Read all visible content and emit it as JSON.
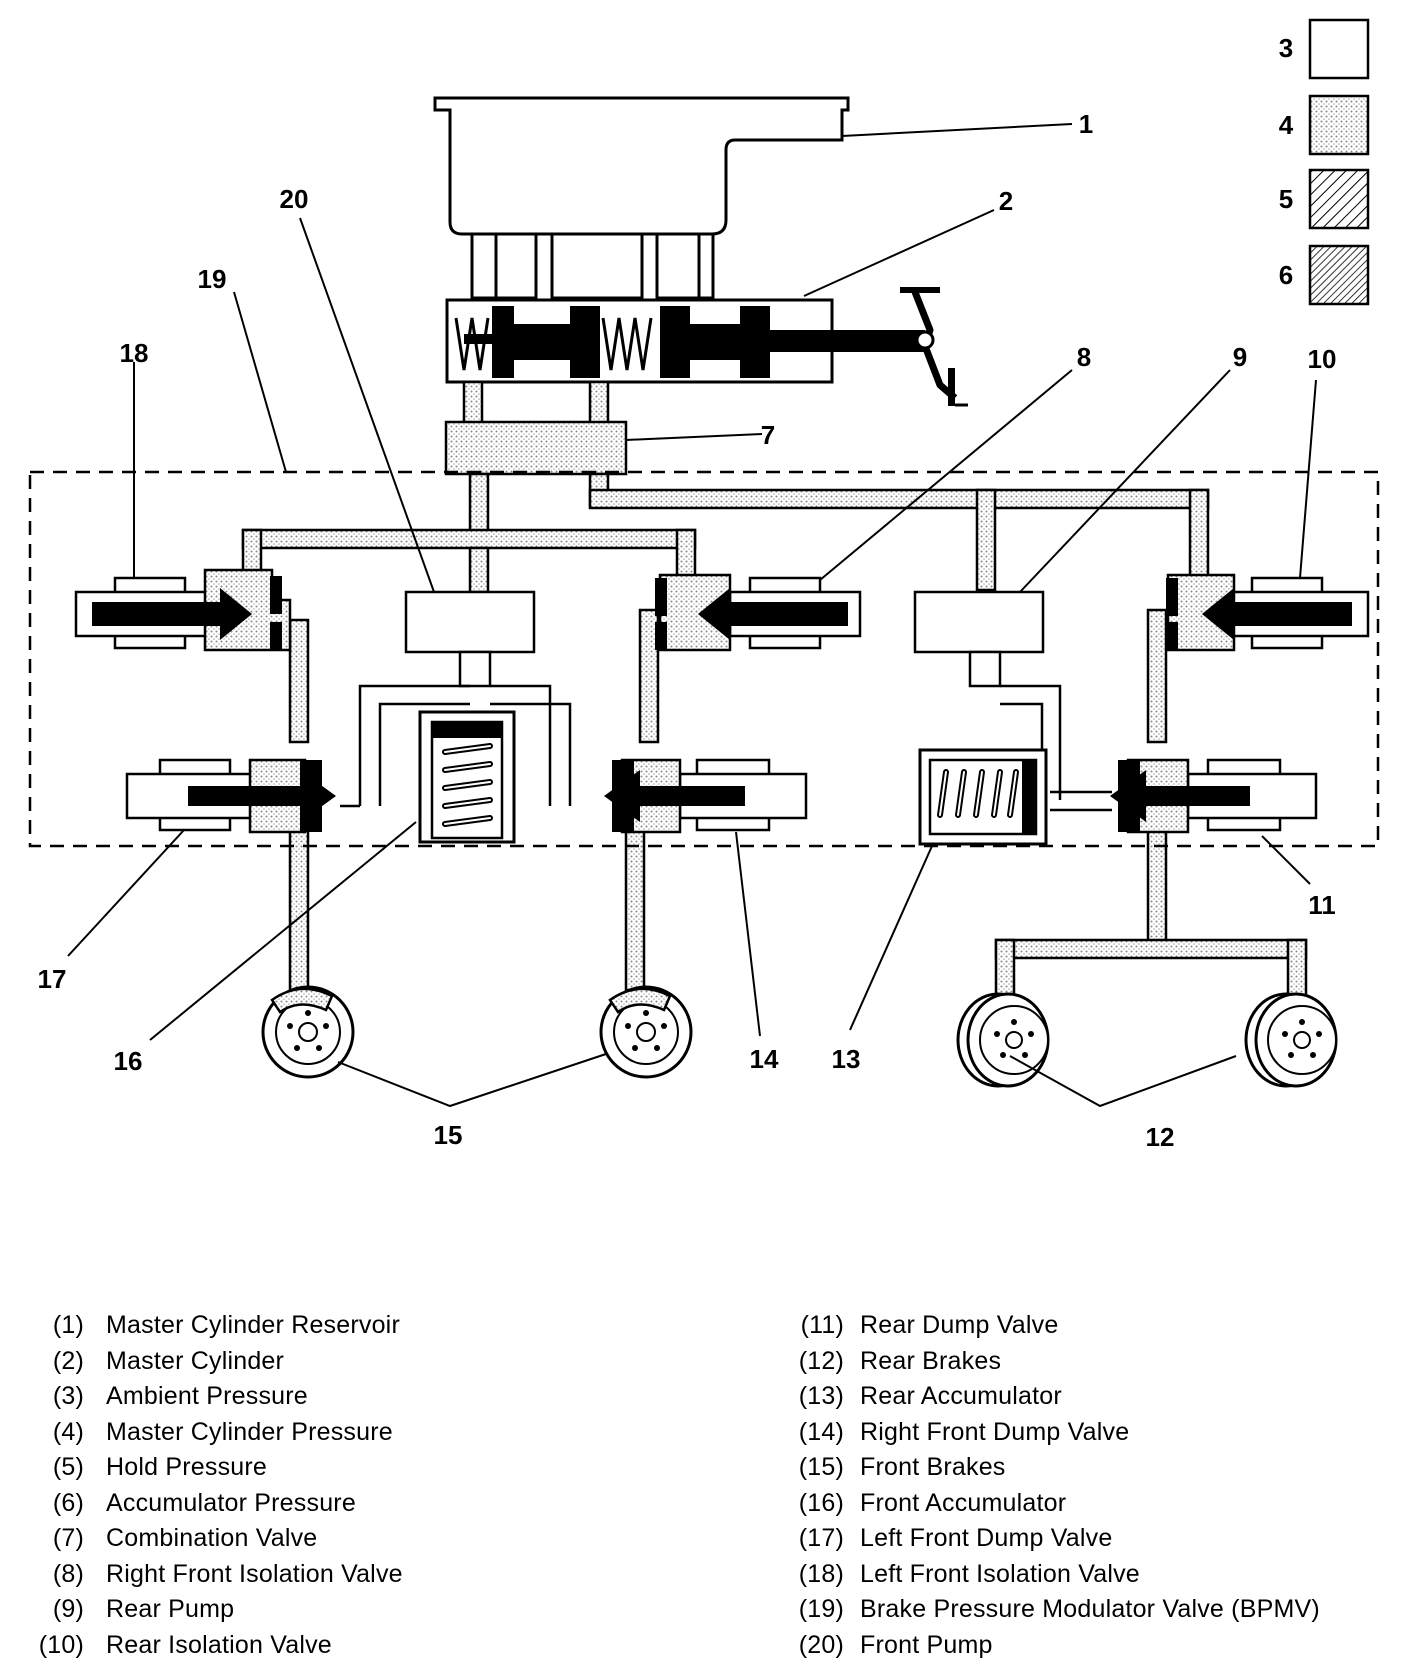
{
  "diagram": {
    "callouts": [
      "1",
      "2",
      "3",
      "4",
      "5",
      "6",
      "7",
      "8",
      "9",
      "10",
      "11",
      "12",
      "13",
      "14",
      "15",
      "16",
      "17",
      "18",
      "19",
      "20"
    ]
  },
  "legend": {
    "left": [
      {
        "num": "(1)",
        "label": "Master Cylinder Reservoir"
      },
      {
        "num": "(2)",
        "label": "Master Cylinder"
      },
      {
        "num": "(3)",
        "label": "Ambient Pressure"
      },
      {
        "num": "(4)",
        "label": "Master Cylinder Pressure"
      },
      {
        "num": "(5)",
        "label": "Hold Pressure"
      },
      {
        "num": "(6)",
        "label": "Accumulator Pressure"
      },
      {
        "num": "(7)",
        "label": "Combination Valve"
      },
      {
        "num": "(8)",
        "label": "Right Front Isolation Valve"
      },
      {
        "num": "(9)",
        "label": "Rear Pump"
      },
      {
        "num": "(10)",
        "label": "Rear Isolation Valve"
      }
    ],
    "right": [
      {
        "num": "(11)",
        "label": "Rear Dump Valve"
      },
      {
        "num": "(12)",
        "label": "Rear Brakes"
      },
      {
        "num": "(13)",
        "label": "Rear Accumulator"
      },
      {
        "num": "(14)",
        "label": "Right Front Dump Valve"
      },
      {
        "num": "(15)",
        "label": "Front Brakes"
      },
      {
        "num": "(16)",
        "label": "Front Accumulator"
      },
      {
        "num": "(17)",
        "label": "Left Front Dump Valve"
      },
      {
        "num": "(18)",
        "label": "Left Front Isolation Valve"
      },
      {
        "num": "(19)",
        "label": "Brake Pressure Modulator Valve (BPMV)"
      },
      {
        "num": "(20)",
        "label": "Front Pump"
      }
    ]
  },
  "colors": {
    "line": "#000000",
    "fill": "#ffffff",
    "dot": "#9a9a9a"
  }
}
